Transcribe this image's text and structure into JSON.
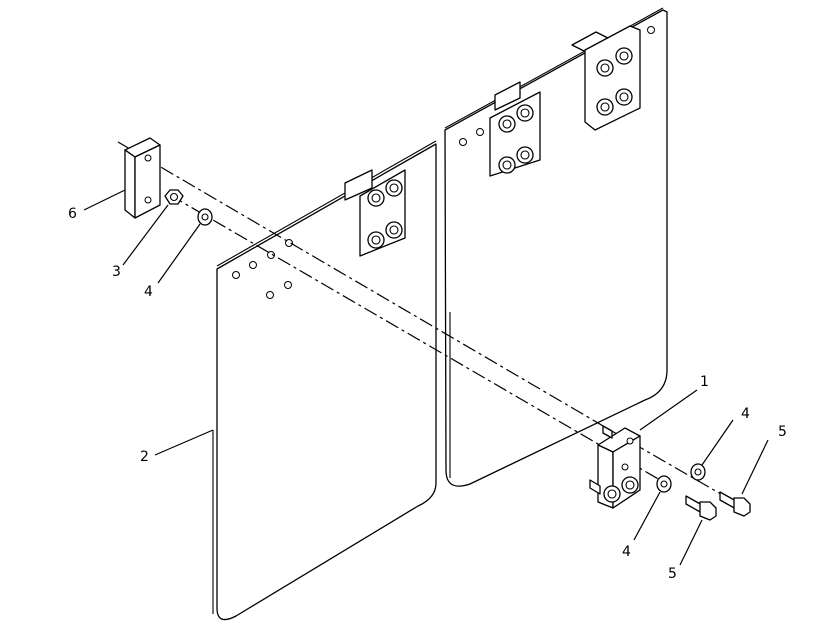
{
  "callouts": [
    {
      "id": "c6",
      "label": "6"
    },
    {
      "id": "c3",
      "label": "3"
    },
    {
      "id": "c4a",
      "label": "4"
    },
    {
      "id": "c2",
      "label": "2"
    },
    {
      "id": "c1",
      "label": "1"
    },
    {
      "id": "c4b",
      "label": "4"
    },
    {
      "id": "c5a",
      "label": "5"
    },
    {
      "id": "c4c",
      "label": "4"
    },
    {
      "id": "c5b",
      "label": "5"
    }
  ]
}
